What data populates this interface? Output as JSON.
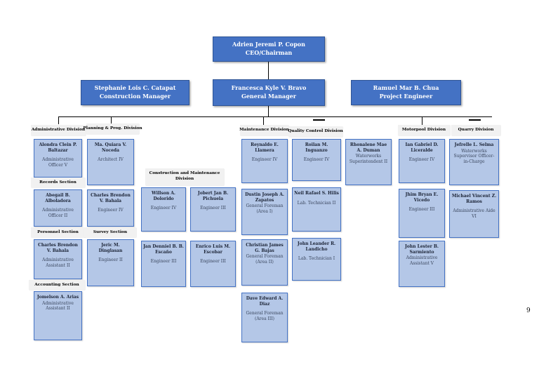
{
  "executives": {
    "ceo": {
      "name": "Adrien Jeremi P. Copon",
      "title": "CEO/Chairman"
    },
    "construction_manager": {
      "name": "Stephanie Lois C. Catapat",
      "title": "Construction Manager"
    },
    "general_manager": {
      "name": "Francesca Kyle V. Bravo",
      "title": "General Manager"
    },
    "project_engineer": {
      "name": "Ramuel Mar B. Chua",
      "title": "Project Engineer"
    }
  },
  "columns": {
    "administrative": {
      "header": "Administrative Division",
      "sections": [
        "Records Section",
        "Personnel Section",
        "Accounting Section"
      ],
      "staff": [
        {
          "name": "Alondra Clein P. Baltazar",
          "title": "Administrative Officer V"
        },
        {
          "name": "Abegail B. Alboladora",
          "title": "Administrative Officer II"
        },
        {
          "name": "Charles Brendon V. Bahala",
          "title": "Administrative Assistant II"
        },
        {
          "name": "Jomelson A. Arias",
          "title": "Administrative Assistant II"
        }
      ]
    },
    "planning": {
      "header": "Planning & Prog. Division",
      "sections": [
        "Survey Section"
      ],
      "staff": [
        {
          "name": "Ma. Quiara V. Noceda",
          "title": "Architect IV"
        },
        {
          "name": "Charles Brendon V. Bahala",
          "title": "Engineer IV"
        },
        {
          "name": "Jeric M. Dinglasan",
          "title": "Engineer II"
        }
      ]
    },
    "construction_maintenance": {
      "header": "Construction and Maintenance Division",
      "staff": [
        {
          "name": "Willson A. Dolorido",
          "title": "Engineer IV"
        },
        {
          "name": "Jobert Jan B. Pichuela",
          "title": "Engineer III"
        },
        {
          "name": "Jan Denniel B. B. Escaño",
          "title": "Engineer III"
        },
        {
          "name": "Enrico Luis M. Escobar",
          "title": "Engineer III"
        }
      ]
    },
    "maintenance": {
      "header": "Maintenance Division",
      "staff": [
        {
          "name": "Reynaldo E. Llamera",
          "title": "Engineer IV"
        },
        {
          "name": "Dustin Joseph A. Zapatos",
          "title": "General Foreman (Area I)"
        },
        {
          "name": "Christian James G. Bajas",
          "title": "General Foreman (Area II)"
        },
        {
          "name": "Dave Edward A. Diaz",
          "title": "General Foreman (Area III)"
        }
      ]
    },
    "quality_control": {
      "header": "Quality Control Division",
      "staff": [
        {
          "name": "Roilan M. Inguanzo",
          "title": "Engineer IV"
        },
        {
          "name": "Neil Rafael S. Hilis",
          "title": "Lab. Technician II"
        },
        {
          "name": "John Leander R. Landicho",
          "title": "Lab. Technician I"
        }
      ]
    },
    "waterworks": {
      "staff": [
        {
          "name": "Rhonalene Mae A. Duman",
          "title": "Waterworks Superintendent II"
        }
      ]
    },
    "motorpool": {
      "header": "Motorpool Division",
      "staff": [
        {
          "name": "Ian Gabriel D. Liceralde",
          "title": "Engineer IV"
        },
        {
          "name": "Jhim Bryan E. Vicedo",
          "title": "Engineer III"
        },
        {
          "name": "John Lester B. Sarmiento",
          "title": "Administrative Assistant V"
        }
      ]
    },
    "quarry": {
      "header": "Quarry Division",
      "staff": [
        {
          "name": "Jefrelle L. Selma",
          "title": "Waterworks Supervisor Officer-in-Charge"
        },
        {
          "name": "Michael Vincent Z. Ramos",
          "title": "Administrative Aide VI"
        }
      ]
    }
  },
  "page_number": "9",
  "colors": {
    "executive_fill": "#4472C4",
    "executive_border": "#2E5496",
    "staff_fill": "#B4C7E7",
    "staff_border": "#4472C4",
    "section_fill": "#F1F1F1",
    "connector": "#000000"
  }
}
